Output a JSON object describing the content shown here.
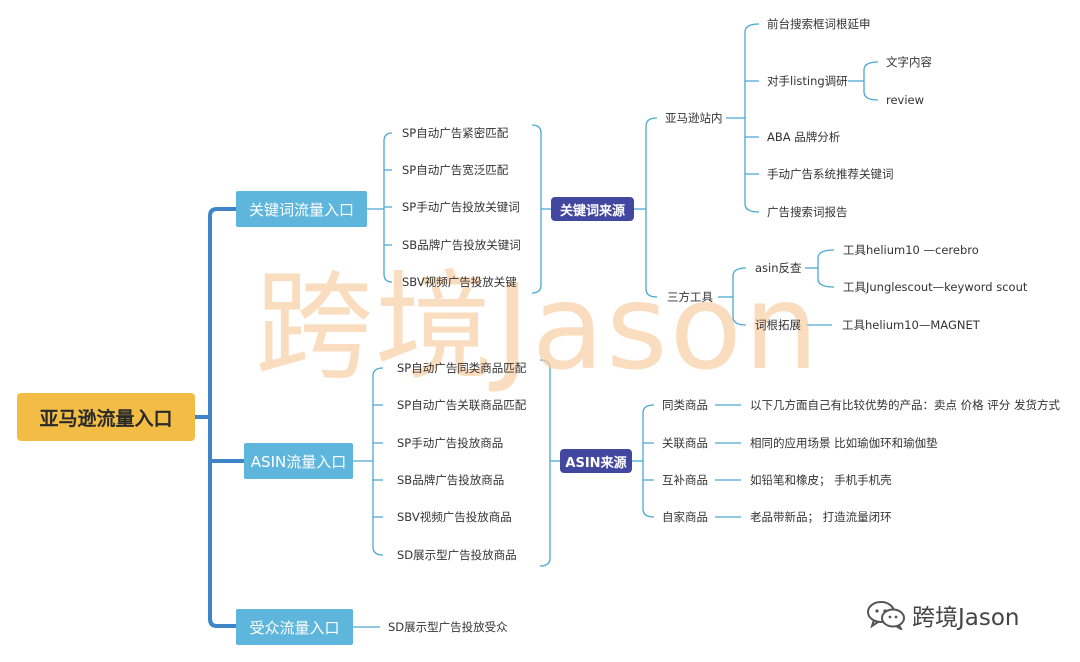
{
  "watermark": "跨境Jason",
  "root": "亚马逊流量入口",
  "branches": {
    "keyword": {
      "label": "关键词流量入口",
      "items": [
        "SP自动广告紧密匹配",
        "SP自动广告宽泛匹配",
        "SP手动广告投放关键词",
        "SB品牌广告投放关键词",
        "SBV视频广告投放关键"
      ],
      "source": {
        "label": "关键词来源",
        "onsite": {
          "label": "亚马逊站内",
          "items": [
            "前台搜索框词根延申",
            "对手listing调研",
            "ABA 品牌分析",
            "手动广告系统推荐关键词",
            "广告搜索词报告"
          ],
          "listing_sub": [
            "文字内容",
            "review"
          ]
        },
        "tools": {
          "label": "三方工具",
          "asin_reverse": "asin反查",
          "asin_tools": [
            "工具helium10 —cerebro",
            "工具Junglescout—keyword scout"
          ],
          "root_expand": "词根拓展",
          "root_tool": "工具helium10—MAGNET"
        }
      }
    },
    "asin": {
      "label": "ASIN流量入口",
      "items": [
        "SP自动广告同类商品匹配",
        "SP自动广告关联商品匹配",
        "SP手动广告投放商品",
        "SB品牌广告投放商品",
        "SBV视频广告投放商品",
        "SD展示型广告投放商品"
      ],
      "source": {
        "label": "ASIN来源",
        "types": [
          {
            "name": "同类商品",
            "desc": "以下几方面自己有比较优势的产品：卖点 价格 评分 发货方式"
          },
          {
            "name": "关联商品",
            "desc": "相同的应用场景 比如瑜伽环和瑜伽垫"
          },
          {
            "name": "互补商品",
            "desc": "如铅笔和橡皮； 手机手机壳"
          },
          {
            "name": "自家商品",
            "desc": "老品带新品； 打造流量闭环"
          }
        ]
      }
    },
    "audience": {
      "label": "受众流量入口",
      "items": [
        "SD展示型广告投放受众"
      ]
    }
  },
  "wechat_account": "跨境Jason",
  "colors": {
    "root": "#f3bd45",
    "level1": "#5fb6dc",
    "level2": "#4247a0",
    "main_connector": "#3d85c6",
    "connector": "#4aa8d3",
    "watermark": "#f9d0a4"
  }
}
